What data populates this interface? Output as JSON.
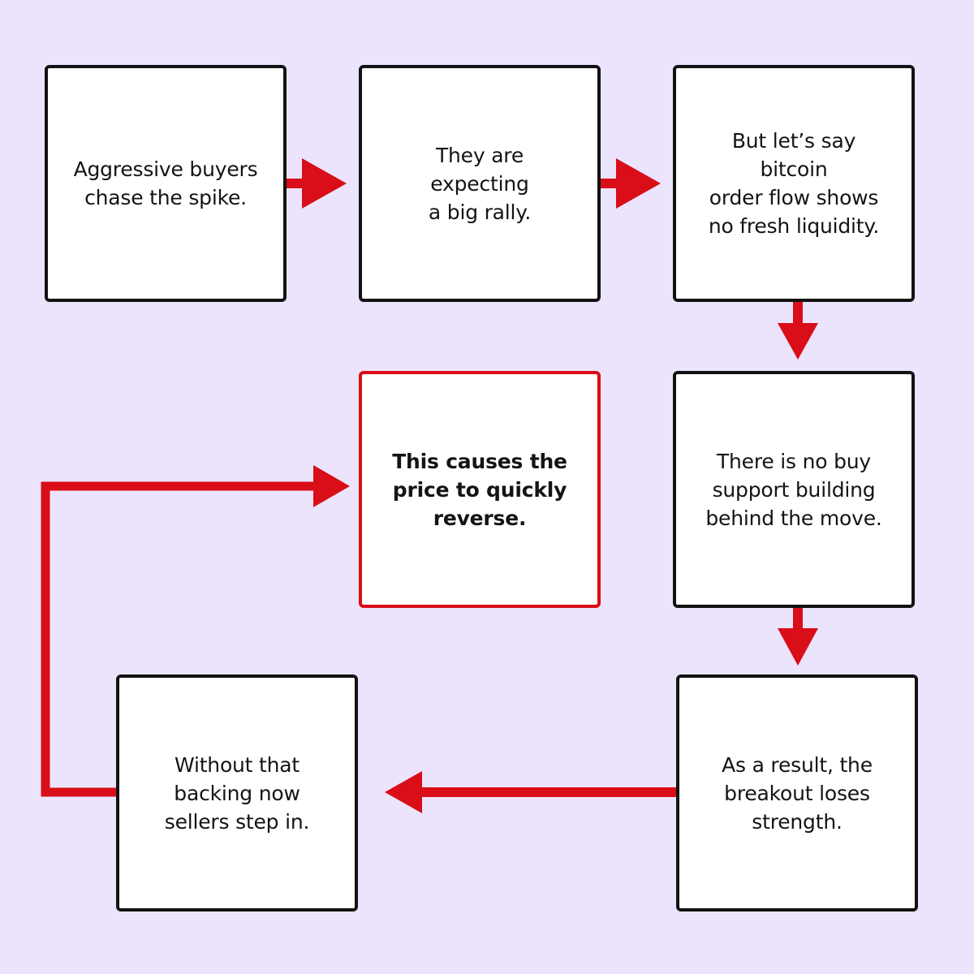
{
  "colors": {
    "background": "#ece4fc",
    "box_fill": "#ffffff",
    "box_border": "#121212",
    "arrow": "#d90e18",
    "highlight_border": "#d90e18"
  },
  "steps": [
    {
      "text": "Aggressive buyers\nchase the spike."
    },
    {
      "text": "They are\nexpecting\na big rally."
    },
    {
      "text": "But let’s say\nbitcoin\norder flow shows\nno fresh liquidity."
    },
    {
      "text": "There is no buy\nsupport building\nbehind the move."
    },
    {
      "text": "This causes the\nprice to quickly\nreverse.",
      "highlight": true
    },
    {
      "text": "As a result, the\nbreakout loses\nstrength."
    },
    {
      "text": "Without that\nbacking now\nsellers step in."
    }
  ]
}
